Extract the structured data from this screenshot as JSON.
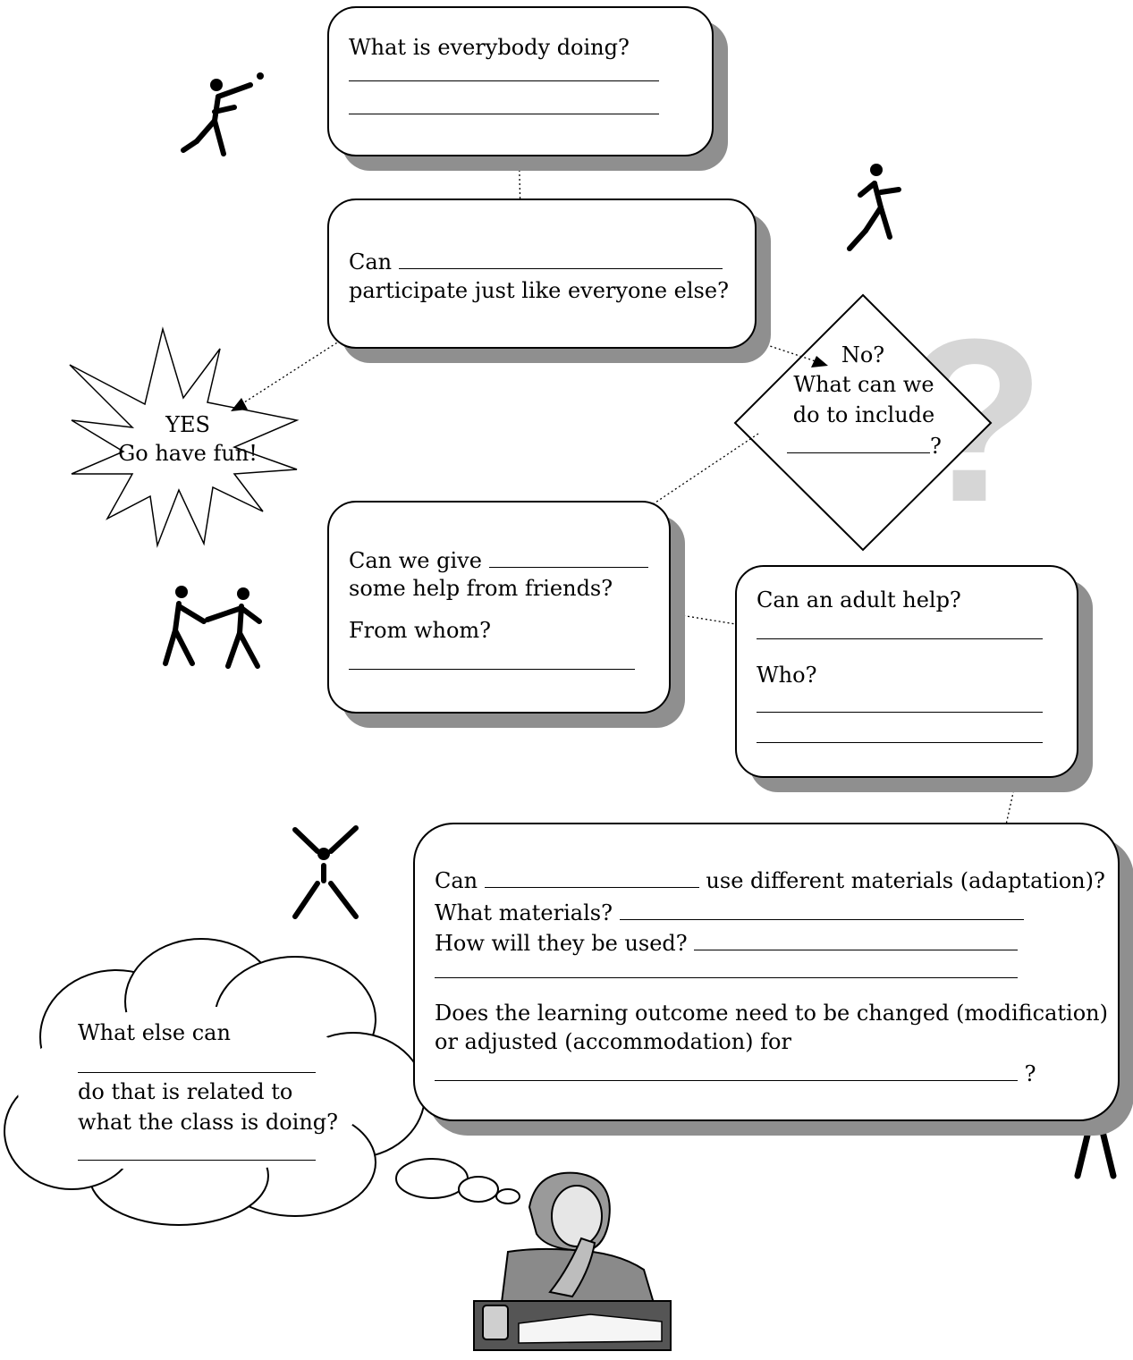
{
  "box1": {
    "text": "What is everybody doing?"
  },
  "box2": {
    "line1_prefix": "Can",
    "line2": "participate just like everyone else?"
  },
  "star": {
    "line1": "YES",
    "line2": "Go have fun!"
  },
  "diamond": {
    "line1": "No?",
    "line2": "What can we",
    "line3": "do to include",
    "suffix": "?"
  },
  "box3": {
    "line1_prefix": "Can we give",
    "line2": "some help from friends?",
    "line3": "From whom?"
  },
  "box4": {
    "line1": "Can an adult help?",
    "line2": "Who?"
  },
  "box5": {
    "line1_prefix": "Can",
    "line1_suffix": "use different materials (adaptation)?",
    "line2_prefix": "What materials?",
    "line3_prefix": "How will they be used?",
    "line4": "Does the learning outcome need to be changed (modification)",
    "line5": "or adjusted (accommodation) for",
    "line6_suffix": "?"
  },
  "cloud": {
    "line1": "What else can",
    "line2": "do that is related to",
    "line3": "what the class is doing?"
  },
  "icons": [
    "runner-throwing-icon",
    "runner-icon",
    "two-people-helping-icon",
    "jumping-person-icon",
    "person-arms-up-icon",
    "thinking-teacher-icon",
    "question-mark-icon"
  ]
}
